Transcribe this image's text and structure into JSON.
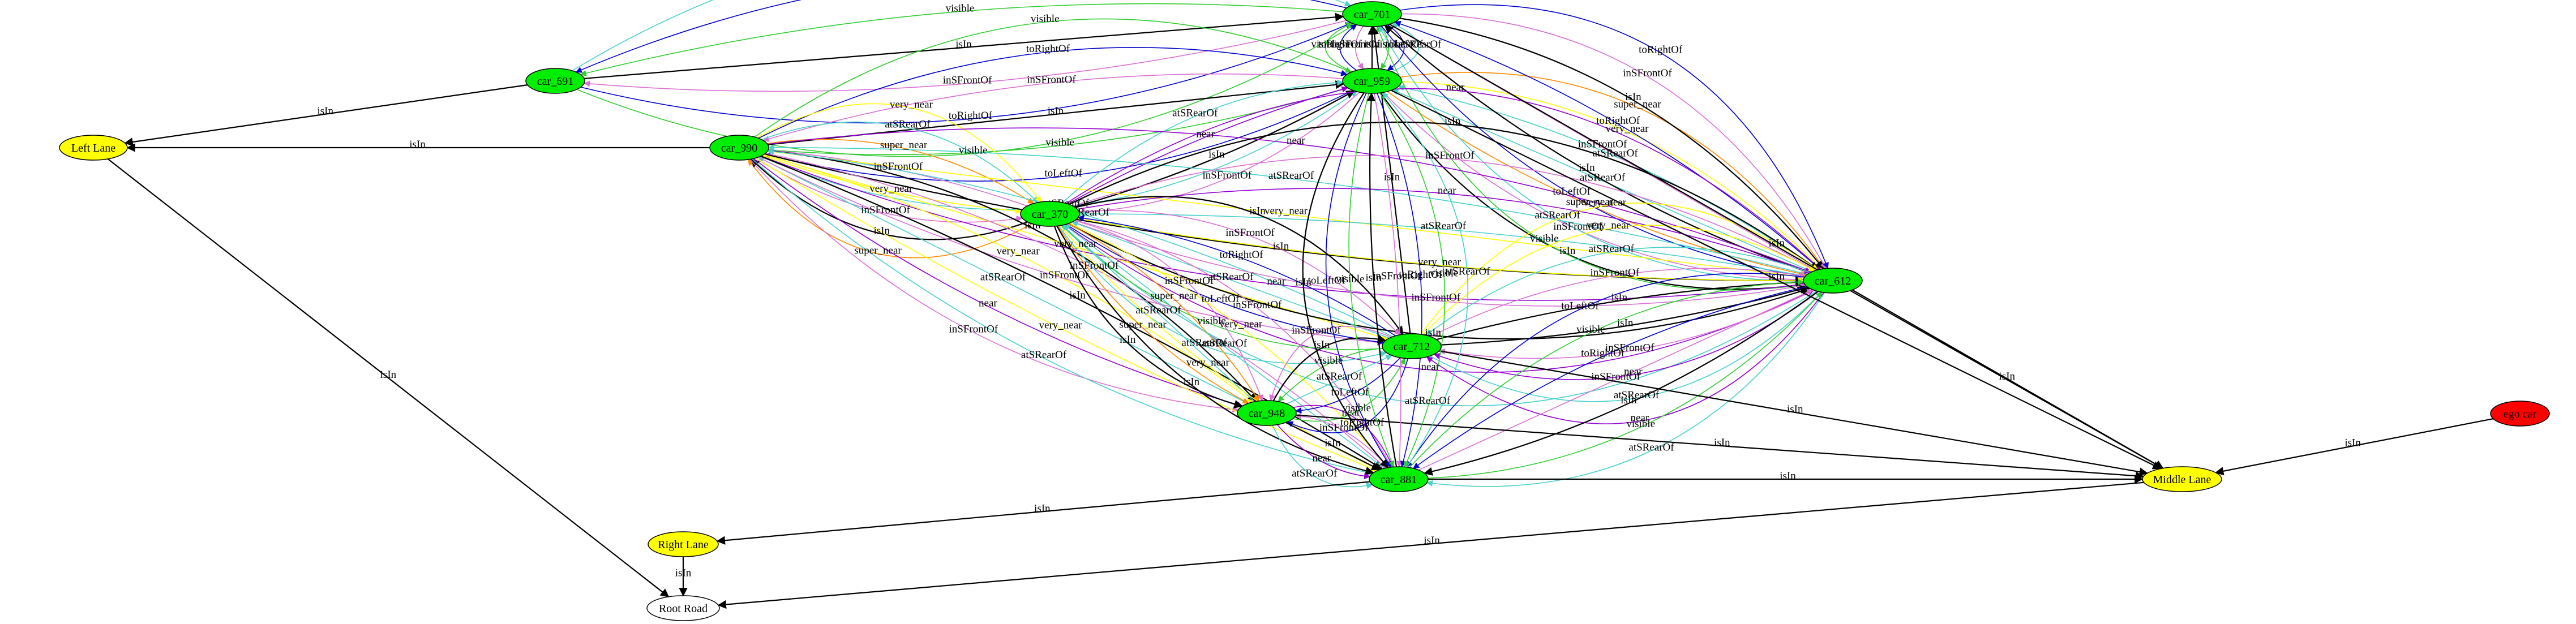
{
  "colors": {
    "car_fill": "#00ee00",
    "lane_fill": "#ffff00",
    "ego_fill": "#ff0000",
    "root_fill": "#ffffff",
    "stroke": "#000000",
    "rel": {
      "isIn": "#000000",
      "near": "#9400d3",
      "super_near": "#ff8c00",
      "very_near": "#ffff00",
      "visible": "#32cd32",
      "inSFrontOf": "#da70d6",
      "atSRearOf": "#48d1cc",
      "toLeftOf": "#0000cd",
      "toRightOf": "#0000cd"
    }
  },
  "nodes": [
    {
      "id": "car_701",
      "label": "car_701",
      "kind": "car"
    },
    {
      "id": "car_691",
      "label": "car_691",
      "kind": "car"
    },
    {
      "id": "car_959",
      "label": "car_959",
      "kind": "car"
    },
    {
      "id": "car_990",
      "label": "car_990",
      "kind": "car"
    },
    {
      "id": "car_370",
      "label": "car_370",
      "kind": "car"
    },
    {
      "id": "car_612",
      "label": "car_612",
      "kind": "car"
    },
    {
      "id": "car_712",
      "label": "car_712",
      "kind": "car"
    },
    {
      "id": "car_948",
      "label": "car_948",
      "kind": "car"
    },
    {
      "id": "car_881",
      "label": "car_881",
      "kind": "car"
    },
    {
      "id": "ego_car",
      "label": "ego car",
      "kind": "ego"
    },
    {
      "id": "left_lane",
      "label": "Left Lane",
      "kind": "lane"
    },
    {
      "id": "middle_lane",
      "label": "Middle Lane",
      "kind": "lane"
    },
    {
      "id": "right_lane",
      "label": "Right Lane",
      "kind": "lane"
    },
    {
      "id": "root_road",
      "label": "Root Road",
      "kind": "root"
    }
  ],
  "edges": [
    {
      "from": "car_691",
      "to": "car_701",
      "label": "atSRearOf",
      "rel": "atSRearOf"
    },
    {
      "from": "car_701",
      "to": "car_691",
      "label": "toLeftOf",
      "rel": "toLeftOf"
    },
    {
      "from": "car_701",
      "to": "car_691",
      "label": "visible",
      "rel": "visible"
    },
    {
      "from": "car_691",
      "to": "car_701",
      "label": "isIn",
      "rel": "isIn"
    },
    {
      "from": "car_701",
      "to": "car_691",
      "label": "inSFrontOf",
      "rel": "inSFrontOf"
    },
    {
      "from": "car_691",
      "to": "car_701",
      "label": "toRightOf",
      "rel": "toRightOf"
    },
    {
      "from": "car_691",
      "to": "car_701",
      "label": "visible",
      "rel": "visible"
    },
    {
      "from": "car_691",
      "to": "left_lane",
      "label": "isIn",
      "rel": "isIn"
    },
    {
      "from": "car_959",
      "to": "car_701",
      "label": "atSRearOf",
      "rel": "atSRearOf"
    },
    {
      "from": "car_701",
      "to": "car_959",
      "label": "toLeftOf",
      "rel": "toLeftOf"
    },
    {
      "from": "car_701",
      "to": "car_959",
      "label": "visible",
      "rel": "visible"
    },
    {
      "from": "car_959",
      "to": "car_701",
      "label": "isIn",
      "rel": "isIn"
    },
    {
      "from": "car_701",
      "to": "car_959",
      "label": "inSFrontOf",
      "rel": "inSFrontOf"
    },
    {
      "from": "car_959",
      "to": "car_701",
      "label": "toRightOf",
      "rel": "toRightOf"
    },
    {
      "from": "car_959",
      "to": "car_701",
      "label": "visible",
      "rel": "visible"
    },
    {
      "from": "car_990",
      "to": "car_959",
      "label": "atSRearOf",
      "rel": "atSRearOf"
    },
    {
      "from": "car_959",
      "to": "car_990",
      "label": "toLeftOf",
      "rel": "toLeftOf"
    },
    {
      "from": "car_959",
      "to": "car_990",
      "label": "visible",
      "rel": "visible"
    },
    {
      "from": "car_990",
      "to": "car_959",
      "label": "isIn",
      "rel": "isIn"
    },
    {
      "from": "car_959",
      "to": "car_990",
      "label": "inSFrontOf",
      "rel": "inSFrontOf"
    },
    {
      "from": "car_990",
      "to": "car_959",
      "label": "toRightOf",
      "rel": "toRightOf"
    },
    {
      "from": "car_990",
      "to": "car_959",
      "label": "visible",
      "rel": "visible"
    },
    {
      "from": "car_370",
      "to": "car_959",
      "label": "atSRearOf",
      "rel": "atSRearOf"
    },
    {
      "from": "car_370",
      "to": "car_959",
      "label": "near",
      "rel": "near"
    },
    {
      "from": "car_370",
      "to": "car_959",
      "label": "isIn",
      "rel": "isIn"
    },
    {
      "from": "car_959",
      "to": "car_370",
      "label": "inSFrontOf",
      "rel": "inSFrontOf"
    },
    {
      "from": "car_990",
      "to": "left_lane",
      "label": "isIn",
      "rel": "isIn"
    },
    {
      "from": "car_370",
      "to": "car_990",
      "label": "super_near",
      "rel": "super_near"
    },
    {
      "from": "car_370",
      "to": "car_990",
      "label": "isIn",
      "rel": "isIn"
    },
    {
      "from": "car_990",
      "to": "car_370",
      "label": "inSFrontOf",
      "rel": "inSFrontOf"
    },
    {
      "from": "car_990",
      "to": "car_370",
      "label": "very_near",
      "rel": "very_near"
    },
    {
      "from": "car_370",
      "to": "car_990",
      "label": "inSFrontOf",
      "rel": "inSFrontOf"
    },
    {
      "from": "car_990",
      "to": "car_370",
      "label": "super_near",
      "rel": "super_near"
    },
    {
      "from": "car_990",
      "to": "car_370",
      "label": "atSRearOf",
      "rel": "atSRearOf"
    },
    {
      "from": "car_990",
      "to": "car_370",
      "label": "very_near",
      "rel": "very_near"
    },
    {
      "from": "car_959",
      "to": "car_612",
      "label": "isIn",
      "rel": "isIn"
    },
    {
      "from": "car_959",
      "to": "car_612",
      "label": "inSFrontOf",
      "rel": "inSFrontOf"
    },
    {
      "from": "car_959",
      "to": "car_612",
      "label": "super_near",
      "rel": "super_near"
    },
    {
      "from": "car_612",
      "to": "car_959",
      "label": "atSRearOf",
      "rel": "atSRearOf"
    },
    {
      "from": "car_612",
      "to": "car_959",
      "label": "atSRearOf",
      "rel": "atSRearOf"
    },
    {
      "from": "car_959",
      "to": "car_612",
      "label": "very_near",
      "rel": "very_near"
    },
    {
      "from": "car_959",
      "to": "car_612",
      "label": "super_near",
      "rel": "super_near"
    },
    {
      "from": "car_612",
      "to": "car_701",
      "label": "visible",
      "rel": "visible"
    },
    {
      "from": "car_612",
      "to": "car_701",
      "label": "atSRearOf",
      "rel": "atSRearOf"
    },
    {
      "from": "car_701",
      "to": "car_612",
      "label": "toLeftOf",
      "rel": "toLeftOf"
    },
    {
      "from": "car_612",
      "to": "car_701",
      "label": "isIn",
      "rel": "isIn"
    },
    {
      "from": "car_701",
      "to": "car_612",
      "label": "inSFrontOf",
      "rel": "inSFrontOf"
    },
    {
      "from": "car_612",
      "to": "car_701",
      "label": "toRightOf",
      "rel": "toRightOf"
    },
    {
      "from": "car_712",
      "to": "car_701",
      "label": "isIn",
      "rel": "isIn"
    },
    {
      "from": "car_990",
      "to": "car_612",
      "label": "near",
      "rel": "near"
    },
    {
      "from": "car_990",
      "to": "car_612",
      "label": "isIn",
      "rel": "isIn"
    },
    {
      "from": "car_990",
      "to": "car_612",
      "label": "very_near",
      "rel": "very_near"
    },
    {
      "from": "car_612",
      "to": "car_990",
      "label": "atSRearOf",
      "rel": "atSRearOf"
    },
    {
      "from": "car_990",
      "to": "car_612",
      "label": "near",
      "rel": "near"
    },
    {
      "from": "car_990",
      "to": "car_948",
      "label": "inSFrontOf",
      "rel": "inSFrontOf"
    },
    {
      "from": "car_990",
      "to": "car_948",
      "label": "near",
      "rel": "near"
    },
    {
      "from": "car_948",
      "to": "car_990",
      "label": "atSRearOf",
      "rel": "atSRearOf"
    },
    {
      "from": "car_990",
      "to": "car_948",
      "label": "very_near",
      "rel": "very_near"
    },
    {
      "from": "car_990",
      "to": "car_948",
      "label": "isIn",
      "rel": "isIn"
    },
    {
      "from": "car_990",
      "to": "car_712",
      "label": "inSFrontOf",
      "rel": "inSFrontOf"
    },
    {
      "from": "car_990",
      "to": "car_712",
      "label": "very_near",
      "rel": "very_near"
    },
    {
      "from": "car_712",
      "to": "car_990",
      "label": "atSRearOf",
      "rel": "atSRearOf"
    },
    {
      "from": "car_990",
      "to": "car_881",
      "label": "atSRearOf",
      "rel": "atSRearOf"
    },
    {
      "from": "car_990",
      "to": "car_881",
      "label": "very_near",
      "rel": "very_near"
    },
    {
      "from": "car_990",
      "to": "car_881",
      "label": "isIn",
      "rel": "isIn"
    },
    {
      "from": "car_990",
      "to": "car_881",
      "label": "inSFrontOf",
      "rel": "inSFrontOf"
    },
    {
      "from": "car_370",
      "to": "car_612",
      "label": "near",
      "rel": "near"
    },
    {
      "from": "car_370",
      "to": "car_612",
      "label": "isIn",
      "rel": "isIn"
    },
    {
      "from": "car_370",
      "to": "car_612",
      "label": "inSFrontOf",
      "rel": "inSFrontOf"
    },
    {
      "from": "car_370",
      "to": "car_612",
      "label": "near",
      "rel": "near"
    },
    {
      "from": "car_612",
      "to": "car_370",
      "label": "atSRearOf",
      "rel": "atSRearOf"
    },
    {
      "from": "car_370",
      "to": "car_612",
      "label": "very_near",
      "rel": "very_near"
    },
    {
      "from": "car_370",
      "to": "car_612",
      "label": "inSFrontOf",
      "rel": "inSFrontOf"
    },
    {
      "from": "car_370",
      "to": "car_612",
      "label": "isIn",
      "rel": "isIn"
    },
    {
      "from": "car_370",
      "to": "car_612",
      "label": "near",
      "rel": "near"
    },
    {
      "from": "car_612",
      "to": "car_370",
      "label": "atSRearOf",
      "rel": "atSRearOf"
    },
    {
      "from": "car_370",
      "to": "car_712",
      "label": "isIn",
      "rel": "isIn"
    },
    {
      "from": "car_370",
      "to": "car_712",
      "label": "inSFrontOf",
      "rel": "inSFrontOf"
    },
    {
      "from": "car_712",
      "to": "car_370",
      "label": "toRightOf",
      "rel": "toRightOf"
    },
    {
      "from": "car_712",
      "to": "car_370",
      "label": "atSRearOf",
      "rel": "atSRearOf"
    },
    {
      "from": "car_370",
      "to": "car_712",
      "label": "toLeftOf",
      "rel": "toLeftOf"
    },
    {
      "from": "car_712",
      "to": "car_370",
      "label": "visible",
      "rel": "visible"
    },
    {
      "from": "car_370",
      "to": "car_712",
      "label": "atSRearOf",
      "rel": "atSRearOf"
    },
    {
      "from": "car_370",
      "to": "car_948",
      "label": "inSFrontOf",
      "rel": "inSFrontOf"
    },
    {
      "from": "car_370",
      "to": "car_948",
      "label": "super_near",
      "rel": "super_near"
    },
    {
      "from": "car_948",
      "to": "car_370",
      "label": "atSRearOf",
      "rel": "atSRearOf"
    },
    {
      "from": "car_370",
      "to": "car_948",
      "label": "super_near",
      "rel": "super_near"
    },
    {
      "from": "car_370",
      "to": "car_948",
      "label": "isIn",
      "rel": "isIn"
    },
    {
      "from": "car_370",
      "to": "car_881",
      "label": "inSFrontOf",
      "rel": "inSFrontOf"
    },
    {
      "from": "car_370",
      "to": "car_881",
      "label": "very_near",
      "rel": "very_near"
    },
    {
      "from": "car_881",
      "to": "car_370",
      "label": "atSRearOf",
      "rel": "atSRearOf"
    },
    {
      "from": "car_370",
      "to": "car_881",
      "label": "very_near",
      "rel": "very_near"
    },
    {
      "from": "car_370",
      "to": "car_881",
      "label": "isIn",
      "rel": "isIn"
    },
    {
      "from": "car_612",
      "to": "car_712",
      "label": "near",
      "rel": "near"
    },
    {
      "from": "car_712",
      "to": "car_612",
      "label": "atSRearOf",
      "rel": "atSRearOf"
    },
    {
      "from": "car_612",
      "to": "car_712",
      "label": "near",
      "rel": "near"
    },
    {
      "from": "car_612",
      "to": "car_712",
      "label": "inSFrontOf",
      "rel": "inSFrontOf"
    },
    {
      "from": "car_712",
      "to": "car_612",
      "label": "isIn",
      "rel": "isIn"
    },
    {
      "from": "car_712",
      "to": "car_612",
      "label": "isIn",
      "rel": "isIn"
    },
    {
      "from": "car_712",
      "to": "car_612",
      "label": "inSFrontOf",
      "rel": "inSFrontOf"
    },
    {
      "from": "car_612",
      "to": "car_712",
      "label": "atSRearOf",
      "rel": "atSRearOf"
    },
    {
      "from": "car_712",
      "to": "car_612",
      "label": "very_near",
      "rel": "very_near"
    },
    {
      "from": "car_712",
      "to": "car_612",
      "label": "very_near",
      "rel": "very_near"
    },
    {
      "from": "car_612",
      "to": "car_881",
      "label": "atSRearOf",
      "rel": "atSRearOf"
    },
    {
      "from": "car_881",
      "to": "car_612",
      "label": "visible",
      "rel": "visible"
    },
    {
      "from": "car_612",
      "to": "car_881",
      "label": "isIn",
      "rel": "isIn"
    },
    {
      "from": "car_881",
      "to": "car_612",
      "label": "inSFrontOf",
      "rel": "inSFrontOf"
    },
    {
      "from": "car_612",
      "to": "car_881",
      "label": "toRightOf",
      "rel": "toRightOf"
    },
    {
      "from": "car_881",
      "to": "car_612",
      "label": "visible",
      "rel": "visible"
    },
    {
      "from": "car_612",
      "to": "car_881",
      "label": "toLeftOf",
      "rel": "toLeftOf"
    },
    {
      "from": "car_612",
      "to": "middle_lane",
      "label": "isIn",
      "rel": "isIn"
    },
    {
      "from": "car_712",
      "to": "car_948",
      "label": "toRightOf",
      "rel": "toRightOf"
    },
    {
      "from": "car_948",
      "to": "car_712",
      "label": "visible",
      "rel": "visible"
    },
    {
      "from": "car_712",
      "to": "car_948",
      "label": "toLeftOf",
      "rel": "toLeftOf"
    },
    {
      "from": "car_948",
      "to": "car_712",
      "label": "atSRearOf",
      "rel": "atSRearOf"
    },
    {
      "from": "car_712",
      "to": "car_948",
      "label": "visible",
      "rel": "visible"
    },
    {
      "from": "car_948",
      "to": "car_712",
      "label": "isIn",
      "rel": "isIn"
    },
    {
      "from": "car_712",
      "to": "car_948",
      "label": "inSFrontOf",
      "rel": "inSFrontOf"
    },
    {
      "from": "car_712",
      "to": "middle_lane",
      "label": "isIn",
      "rel": "isIn"
    },
    {
      "from": "car_948",
      "to": "car_881",
      "label": "atSRearOf",
      "rel": "atSRearOf"
    },
    {
      "from": "car_948",
      "to": "car_881",
      "label": "near",
      "rel": "near"
    },
    {
      "from": "car_948",
      "to": "car_881",
      "label": "isIn",
      "rel": "isIn"
    },
    {
      "from": "car_881",
      "to": "car_948",
      "label": "inSFrontOf",
      "rel": "inSFrontOf"
    },
    {
      "from": "car_948",
      "to": "car_881",
      "label": "near",
      "rel": "near"
    },
    {
      "from": "car_948",
      "to": "middle_lane",
      "label": "isIn",
      "rel": "isIn"
    },
    {
      "from": "car_959",
      "to": "car_881",
      "label": "isIn",
      "rel": "isIn"
    },
    {
      "from": "car_959",
      "to": "car_881",
      "label": "toLeftOf",
      "rel": "toLeftOf"
    },
    {
      "from": "car_959",
      "to": "car_881",
      "label": "visible",
      "rel": "visible"
    },
    {
      "from": "car_881",
      "to": "car_959",
      "label": "isIn",
      "rel": "isIn"
    },
    {
      "from": "car_959",
      "to": "car_881",
      "label": "inSFrontOf",
      "rel": "inSFrontOf"
    },
    {
      "from": "car_959",
      "to": "car_881",
      "label": "toRightOf",
      "rel": "toRightOf"
    },
    {
      "from": "car_959",
      "to": "car_881",
      "label": "visible",
      "rel": "visible"
    },
    {
      "from": "car_881",
      "to": "car_959",
      "label": "atSRearOf",
      "rel": "atSRearOf"
    },
    {
      "from": "car_959",
      "to": "middle_lane",
      "label": "isIn",
      "rel": "isIn"
    },
    {
      "from": "car_701",
      "to": "car_612",
      "label": "isIn",
      "rel": "isIn"
    },
    {
      "from": "car_701",
      "to": "car_612",
      "label": "inSFrontOf",
      "rel": "inSFrontOf"
    },
    {
      "from": "car_701",
      "to": "car_612",
      "label": "toRightOf",
      "rel": "toRightOf"
    },
    {
      "from": "car_701",
      "to": "middle_lane",
      "label": "isIn",
      "rel": "isIn"
    },
    {
      "from": "ego_car",
      "to": "middle_lane",
      "label": "isIn",
      "rel": "isIn"
    },
    {
      "from": "car_881",
      "to": "middle_lane",
      "label": "isIn",
      "rel": "isIn"
    },
    {
      "from": "car_881",
      "to": "right_lane",
      "label": "isIn",
      "rel": "isIn"
    },
    {
      "from": "left_lane",
      "to": "root_road",
      "label": "isIn",
      "rel": "isIn"
    },
    {
      "from": "middle_lane",
      "to": "root_road",
      "label": "isIn",
      "rel": "isIn"
    },
    {
      "from": "right_lane",
      "to": "root_road",
      "label": "isIn",
      "rel": "isIn"
    }
  ]
}
